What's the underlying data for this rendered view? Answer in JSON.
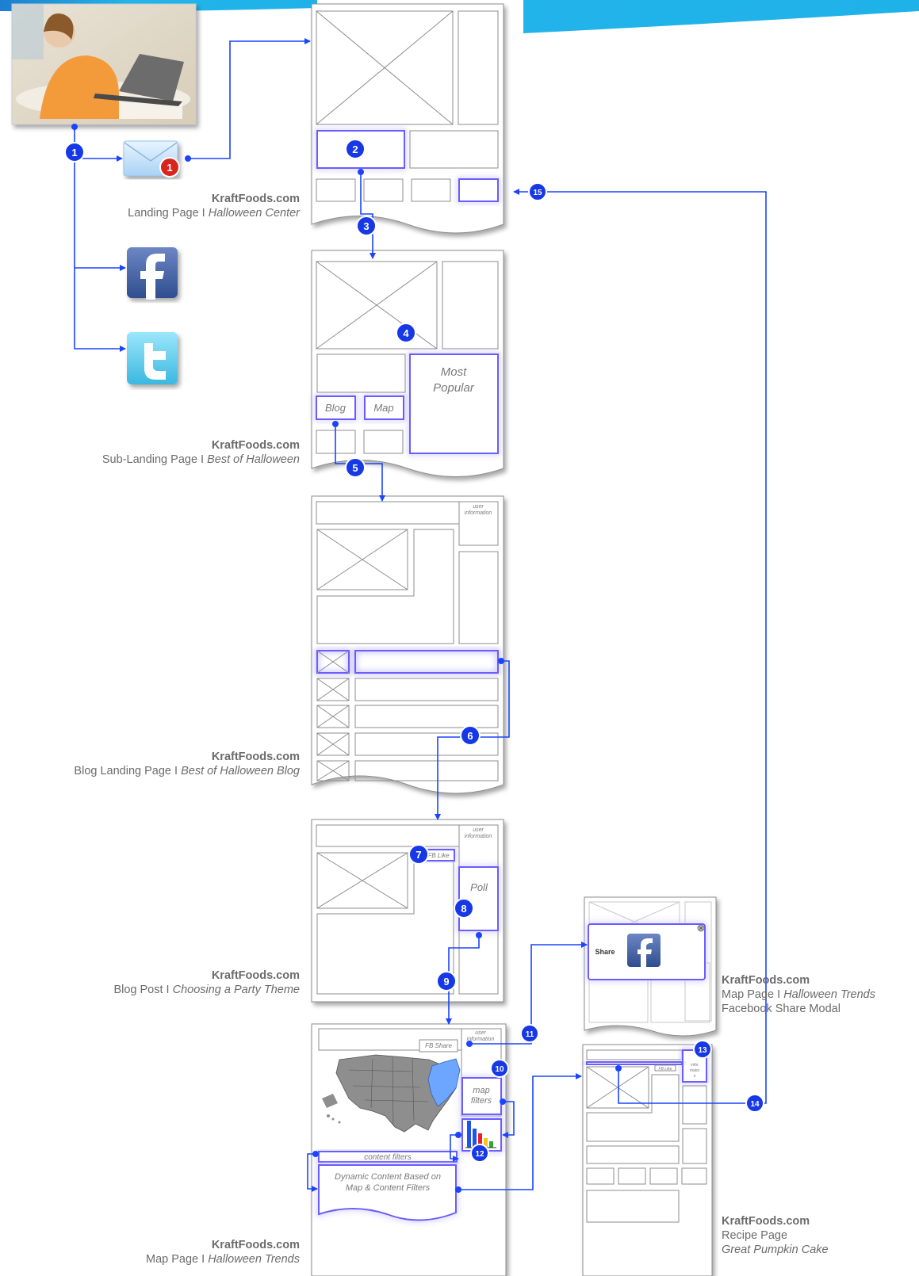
{
  "badges": [
    "1",
    "2",
    "3",
    "4",
    "5",
    "6",
    "7",
    "8",
    "9",
    "10",
    "11",
    "12",
    "13",
    "14",
    "15"
  ],
  "email_badge": "1",
  "wireframe_text": {
    "most_popular_line1": "Most",
    "most_popular_line2": "Popular",
    "blog": "Blog",
    "map": "Map",
    "user_information_1": "user",
    "user_information_2": "information",
    "fb_like": "FB Like",
    "poll": "Poll",
    "fb_share": "FB Share",
    "map_filters_line1": "map",
    "map_filters_line2": "filters",
    "content_filters": "content filters",
    "dynamic_line1": "Dynamic Content Based on",
    "dynamic_line2": "Map & Content Filters",
    "share": "Share",
    "recipe_user_info_1": "infor",
    "recipe_user_info_2": "matio",
    "recipe_user_info_3": "n"
  },
  "labels": {
    "landing": {
      "brand": "KraftFoods.com",
      "page": "Landing Page",
      "sep": " I ",
      "name": "Halloween Center"
    },
    "sub_landing": {
      "brand": "KraftFoods.com",
      "page": "Sub-Landing Page",
      "sep": " I ",
      "name": "Best of Halloween"
    },
    "blog_landing": {
      "brand": "KraftFoods.com",
      "page": "Blog Landing Page",
      "sep": " I ",
      "name": "Best of Halloween Blog"
    },
    "blog_post": {
      "brand": "KraftFoods.com",
      "page": "Blog Post",
      "sep": " I ",
      "name": "Choosing a Party Theme"
    },
    "map_page": {
      "brand": "KraftFoods.com",
      "page": "Map Page",
      "sep": " I ",
      "name": "Halloween Trends"
    },
    "fb_modal": {
      "brand": "KraftFoods.com",
      "page": "Map Page",
      "sep": " I ",
      "name": "Halloween Trends",
      "line3": "Facebook Share Modal"
    },
    "recipe": {
      "brand": "KraftFoods.com",
      "page": "Recipe Page",
      "name": "Great Pumpkin Cake"
    }
  },
  "colors": {
    "flow": "#1a44ff",
    "badge": "#1638e6",
    "glow": "#6a5cff",
    "wire": "#8c8c8c",
    "top_band": "#1fa8e6",
    "facebook": "#3b5998",
    "twitter": "#5ecfef"
  }
}
